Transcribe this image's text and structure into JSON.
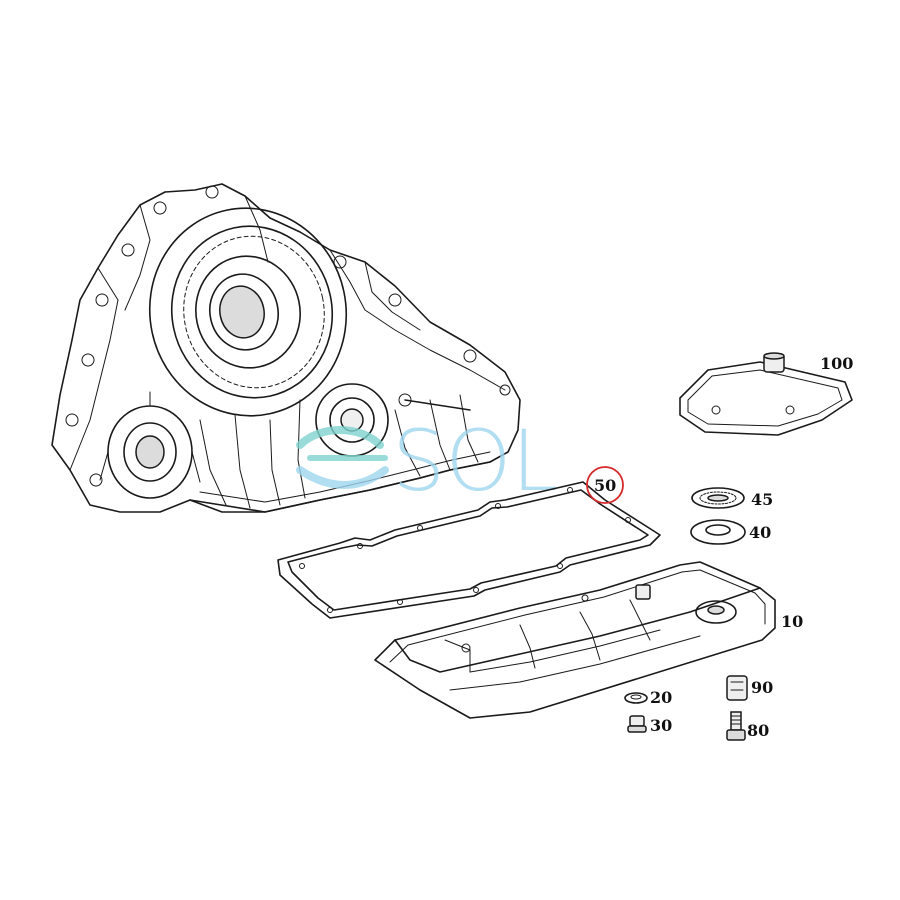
{
  "diagram": {
    "callouts": [
      {
        "id": "c100",
        "label": "100",
        "part": "oil-filter"
      },
      {
        "id": "c50",
        "label": "50",
        "part": "oil-pan-gasket",
        "highlighted": true
      },
      {
        "id": "c45",
        "label": "45",
        "part": "magnet-ring"
      },
      {
        "id": "c40",
        "label": "40",
        "part": "seal-ring"
      },
      {
        "id": "c10",
        "label": "10",
        "part": "oil-pan"
      },
      {
        "id": "c90",
        "label": "90",
        "part": "clip-nut"
      },
      {
        "id": "c20",
        "label": "20",
        "part": "sealing-washer"
      },
      {
        "id": "c80",
        "label": "80",
        "part": "pan-bolt"
      },
      {
        "id": "c30",
        "label": "30",
        "part": "drain-plug"
      }
    ],
    "highlight_color": "#d62828",
    "watermark": {
      "text": "SOL",
      "colors": [
        "#7fd3cf",
        "#9fd6f0"
      ]
    }
  }
}
